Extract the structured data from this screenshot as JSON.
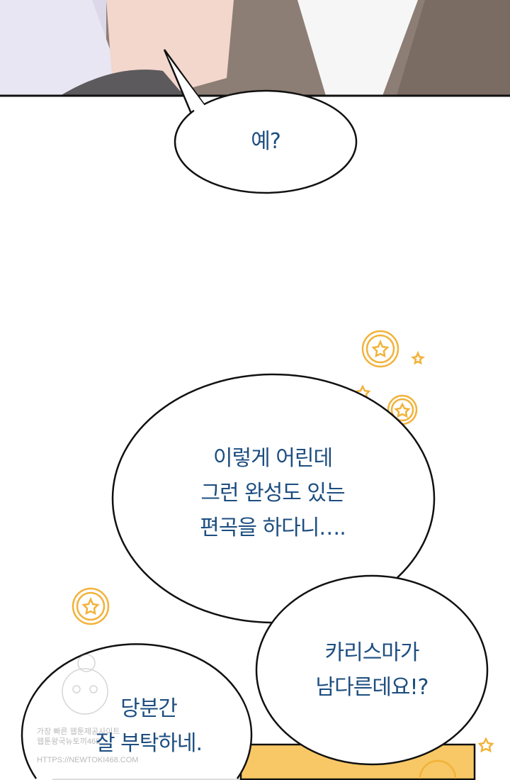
{
  "bubbles": {
    "b1": {
      "lines": [
        "예?"
      ]
    },
    "b2": {
      "lines": [
        "이렇게 어린데",
        "그런 완성도 있는",
        "편곡을 하다니…."
      ]
    },
    "b3": {
      "lines": [
        "카리스마가",
        "남다른데요!?"
      ]
    },
    "b4": {
      "lines": [
        "당분간",
        "잘 부탁하네."
      ]
    }
  },
  "watermark": {
    "lines": [
      "가장 빠른 웹툰제공사이트",
      "웹툰왕국뉴토끼468",
      "HTTPS://NEWTOKI468.COM"
    ]
  },
  "colors": {
    "text": "#1d4e80",
    "accent": "#f2b23a",
    "panel_yellow": "#f7c865"
  }
}
